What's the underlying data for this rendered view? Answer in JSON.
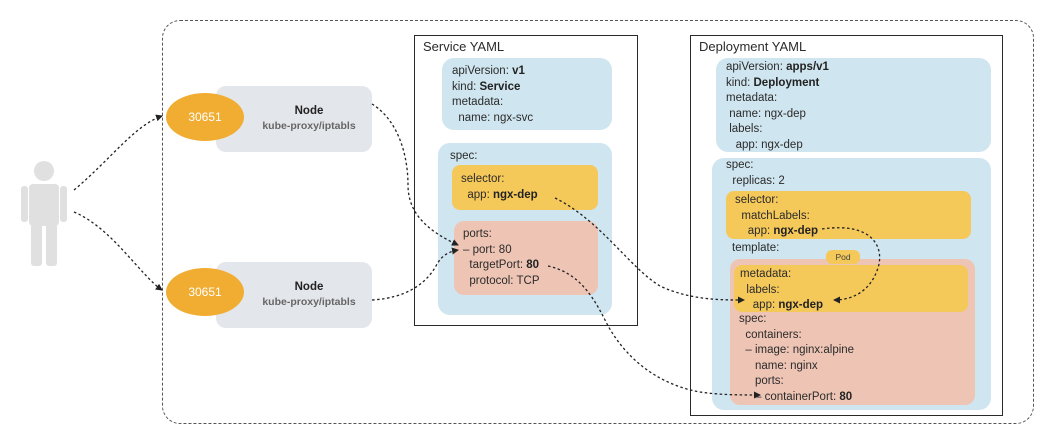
{
  "nodes": [
    {
      "port": "30651",
      "title": "Node",
      "subtitle": "kube-proxy/iptabls"
    },
    {
      "port": "30651",
      "title": "Node",
      "subtitle": "kube-proxy/iptabls"
    }
  ],
  "service": {
    "title": "Service YAML",
    "meta_lines": [
      {
        "k": "apiVersion: ",
        "v": "v1"
      },
      {
        "k": "kind: ",
        "v": "Service"
      },
      {
        "k": "metadata:",
        "v": ""
      },
      {
        "k": "  name: ngx-svc",
        "v": ""
      }
    ],
    "spec_label": "spec:",
    "selector_lines": [
      {
        "k": "selector:",
        "v": ""
      },
      {
        "k": "  app: ",
        "v": "ngx-dep"
      }
    ],
    "ports_lines": [
      {
        "k": "ports:",
        "v": ""
      },
      {
        "k": "– port: 80",
        "v": ""
      },
      {
        "k": "  targetPort: ",
        "v": "80"
      },
      {
        "k": "  protocol: TCP",
        "v": ""
      }
    ]
  },
  "deployment": {
    "title": "Deployment YAML",
    "meta_lines": [
      {
        "k": "apiVersion: ",
        "v": "apps/v1"
      },
      {
        "k": "kind: ",
        "v": "Deployment"
      },
      {
        "k": "metadata:",
        "v": ""
      },
      {
        "k": " name: ngx-dep",
        "v": ""
      },
      {
        "k": " labels:",
        "v": ""
      },
      {
        "k": "   app: ngx-dep",
        "v": ""
      }
    ],
    "spec_lines": [
      {
        "k": "spec:",
        "v": ""
      },
      {
        "k": "  replicas: 2",
        "v": ""
      }
    ],
    "selector_lines": [
      {
        "k": "selector:",
        "v": ""
      },
      {
        "k": "  matchLabels:",
        "v": ""
      },
      {
        "k": "    app: ",
        "v": "ngx-dep"
      }
    ],
    "template_label": "template:",
    "pod_tag": "Pod",
    "pod_meta_lines": [
      {
        "k": "metadata:",
        "v": ""
      },
      {
        "k": "  labels:",
        "v": ""
      },
      {
        "k": "    app: ",
        "v": "ngx-dep"
      }
    ],
    "pod_spec_lines": [
      {
        "k": "spec:",
        "v": ""
      },
      {
        "k": "  containers:",
        "v": ""
      },
      {
        "k": "  – image: nginx:alpine",
        "v": ""
      },
      {
        "k": "     name: nginx",
        "v": ""
      },
      {
        "k": "     ports:",
        "v": ""
      },
      {
        "k": "     – containerPort: ",
        "v": "80"
      }
    ]
  },
  "colors": {
    "port": "#f0ad32",
    "node_bg": "#e3e6ea",
    "blue_block": "#cfe5ef",
    "yellow_block": "#f5c85a",
    "salmon_block": "#eec5b5",
    "person": "#e0e0e0"
  }
}
